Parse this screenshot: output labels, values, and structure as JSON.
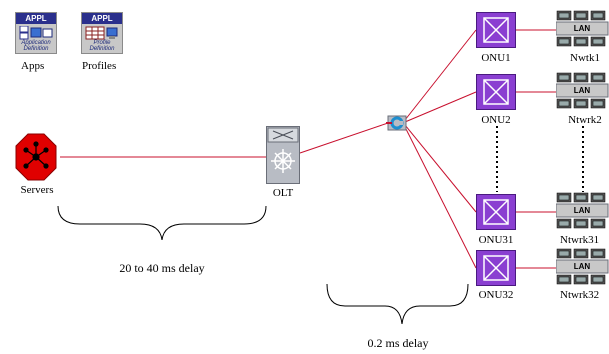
{
  "palette": {
    "apps": {
      "header": "APPL",
      "subtitle": "Application Definition",
      "label": "Apps"
    },
    "profiles": {
      "header": "APPL",
      "subtitle": "Profile Definition",
      "label": "Profiles"
    }
  },
  "nodes": {
    "servers": {
      "label": "Servers",
      "color": "#e00000"
    },
    "olt": {
      "label": "OLT"
    },
    "onus": [
      {
        "label": "ONU1"
      },
      {
        "label": "ONU2"
      },
      {
        "label": "ONU31"
      },
      {
        "label": "ONU32"
      }
    ],
    "lans": [
      {
        "label": "Nwtk1",
        "box_text": "LAN"
      },
      {
        "label": "Ntwrk2",
        "box_text": "LAN"
      },
      {
        "label": "Ntwrk31",
        "box_text": "LAN"
      },
      {
        "label": "Ntwrk32",
        "box_text": "LAN"
      }
    ]
  },
  "annotations": {
    "delay_long": "20 to 40 ms delay",
    "delay_short": "0.2 ms delay"
  },
  "colors": {
    "link": "#c8102e",
    "onu_fill": "#8a3fd1",
    "lan_fill": "#c8c8c8",
    "dotted": "#000000"
  }
}
